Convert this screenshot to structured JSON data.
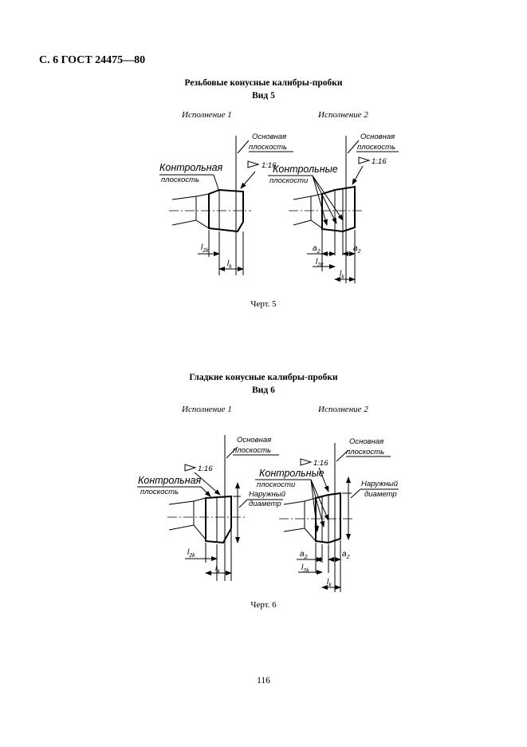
{
  "header": {
    "title": "С. 6 ГОСТ 24475—80"
  },
  "section1": {
    "title": "Резьбовые  конусные калибры-пробки",
    "view": "Вид 5",
    "variant1": "Исполнение 1",
    "variant2": "Исполнение 2",
    "caption": "Черт. 5",
    "labels": {
      "base_plane_1": "Основная",
      "base_plane_2": "плоскость",
      "taper": "1:16",
      "control_plane_1": "Контрольная",
      "control_plane_2": "плоскость",
      "control_planes_1": "Контрольные",
      "control_planes_2": "плоскости",
      "a2": "a",
      "a2_sub": "2",
      "l2k": "l",
      "l2k_sub": "2k",
      "lk": "l",
      "lk_sub": "k"
    }
  },
  "section2": {
    "title": "Гладкие  конусные калибры-пробки",
    "view": "Вид 6",
    "variant1": "Исполнение 1",
    "variant2": "Исполнение 2",
    "caption": "Черт. 6",
    "labels": {
      "base_plane_1": "Основная",
      "base_plane_2": "плоскость",
      "taper": "1:16",
      "control_plane_1": "Контрольная",
      "control_plane_2": "плоскость",
      "control_planes_1": "Контрольные",
      "control_planes_2": "плоскости",
      "outer_diam_1": "Наружный",
      "outer_diam_2": "диаметр",
      "a2": "a",
      "a2_sub": "2",
      "l2k": "l",
      "l2k_sub": "2k",
      "lk": "l",
      "lk_sub": "k"
    }
  },
  "page_number": "116"
}
